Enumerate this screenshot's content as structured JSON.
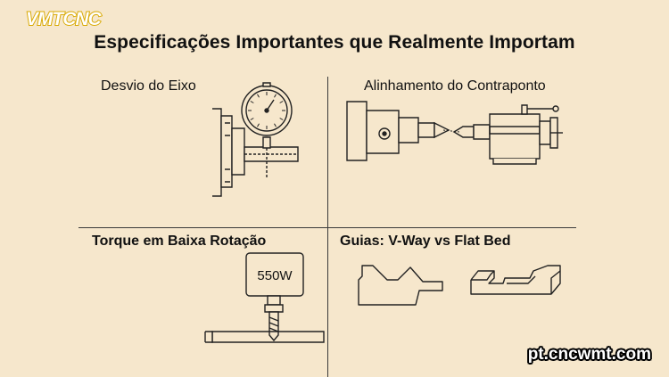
{
  "brand": {
    "logo_text": "VMTCNC",
    "logo_fill": "#ffffff",
    "logo_outline": "#d8a800"
  },
  "title": "Especificações Importantes que Realmente Importam",
  "panels": {
    "top_left": {
      "label": "Desvio do Eixo",
      "illustration": "dial-indicator-on-spindle"
    },
    "top_right": {
      "label": "Alinhamento do Contraponto",
      "illustration": "headstock-tailstock-centers"
    },
    "bottom_left": {
      "label": "Torque em Baixa Rotação",
      "readout": "550W",
      "illustration": "motor-with-drill"
    },
    "bottom_right": {
      "label": "Guias: V-Way vs Flat Bed",
      "illustration": "v-way-and-flat-bed-profiles"
    }
  },
  "website": "pt.cncwmt.com",
  "colors": {
    "background": "#f6e7cc",
    "line": "#222222",
    "text": "#111111"
  }
}
